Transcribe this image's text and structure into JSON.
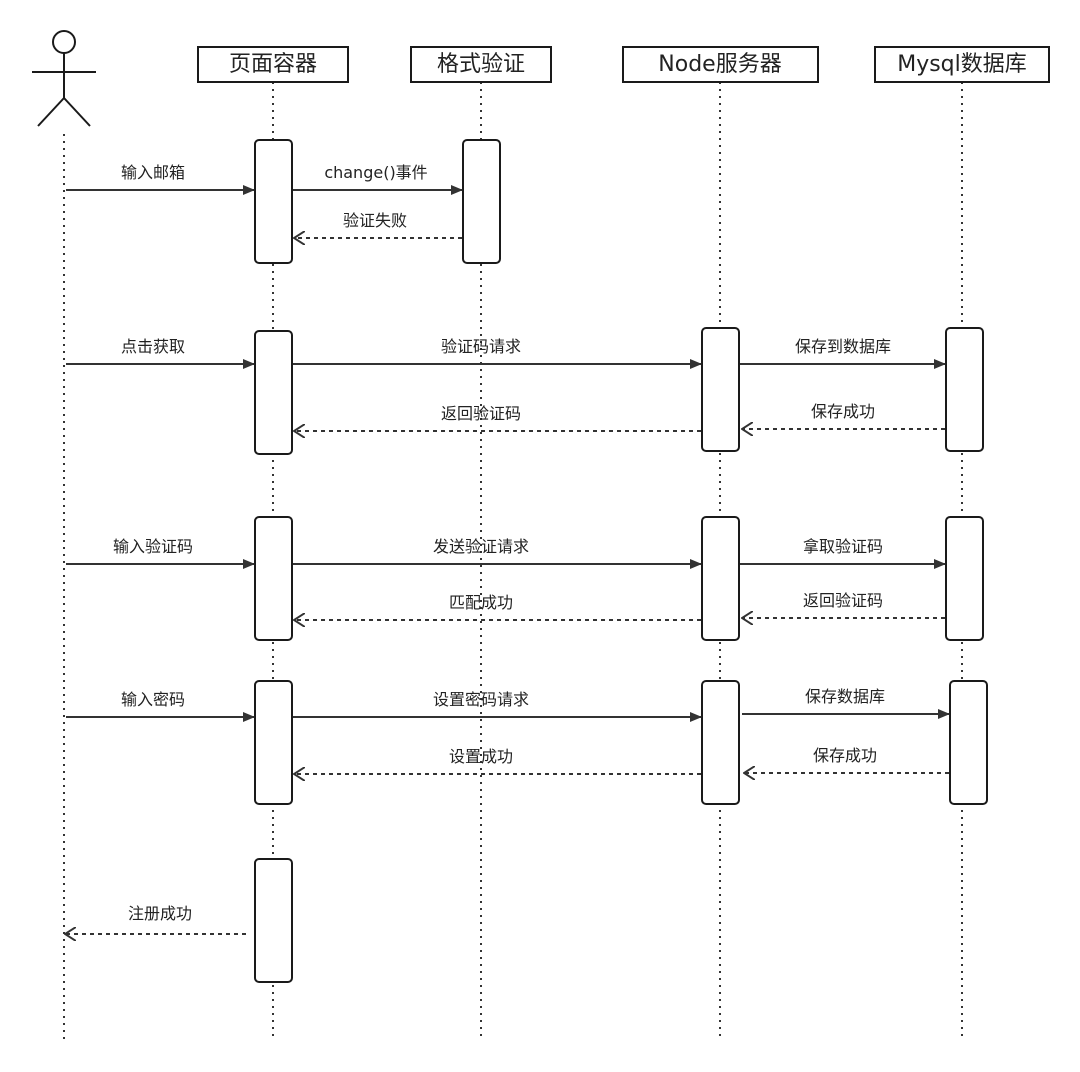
{
  "participants": [
    {
      "id": "page",
      "label": "页面容器"
    },
    {
      "id": "validate",
      "label": "格式验证"
    },
    {
      "id": "node",
      "label": "Node服务器"
    },
    {
      "id": "mysql",
      "label": "Mysql数据库"
    }
  ],
  "messages": [
    {
      "from": "user",
      "to": "page",
      "type": "call",
      "label": "输入邮箱"
    },
    {
      "from": "page",
      "to": "validate",
      "type": "call",
      "label": "change()事件"
    },
    {
      "from": "validate",
      "to": "page",
      "type": "return",
      "label": "验证失败"
    },
    {
      "from": "user",
      "to": "page",
      "type": "call",
      "label": "点击获取"
    },
    {
      "from": "page",
      "to": "node",
      "type": "call",
      "label": "验证码请求"
    },
    {
      "from": "node",
      "to": "mysql",
      "type": "call",
      "label": "保存到数据库"
    },
    {
      "from": "mysql",
      "to": "node",
      "type": "return",
      "label": "保存成功"
    },
    {
      "from": "node",
      "to": "page",
      "type": "return",
      "label": "返回验证码"
    },
    {
      "from": "user",
      "to": "page",
      "type": "call",
      "label": "输入验证码"
    },
    {
      "from": "page",
      "to": "node",
      "type": "call",
      "label": "发送验证请求"
    },
    {
      "from": "node",
      "to": "mysql",
      "type": "call",
      "label": "拿取验证码"
    },
    {
      "from": "mysql",
      "to": "node",
      "type": "return",
      "label": "返回验证码"
    },
    {
      "from": "node",
      "to": "page",
      "type": "return",
      "label": "匹配成功"
    },
    {
      "from": "user",
      "to": "page",
      "type": "call",
      "label": "输入密码"
    },
    {
      "from": "page",
      "to": "node",
      "type": "call",
      "label": "设置密码请求"
    },
    {
      "from": "node",
      "to": "mysql",
      "type": "call",
      "label": "保存数据库"
    },
    {
      "from": "mysql",
      "to": "node",
      "type": "return",
      "label": "保存成功"
    },
    {
      "from": "node",
      "to": "page",
      "type": "return",
      "label": "设置成功"
    },
    {
      "from": "page",
      "to": "user",
      "type": "return",
      "label": "注册成功"
    }
  ]
}
